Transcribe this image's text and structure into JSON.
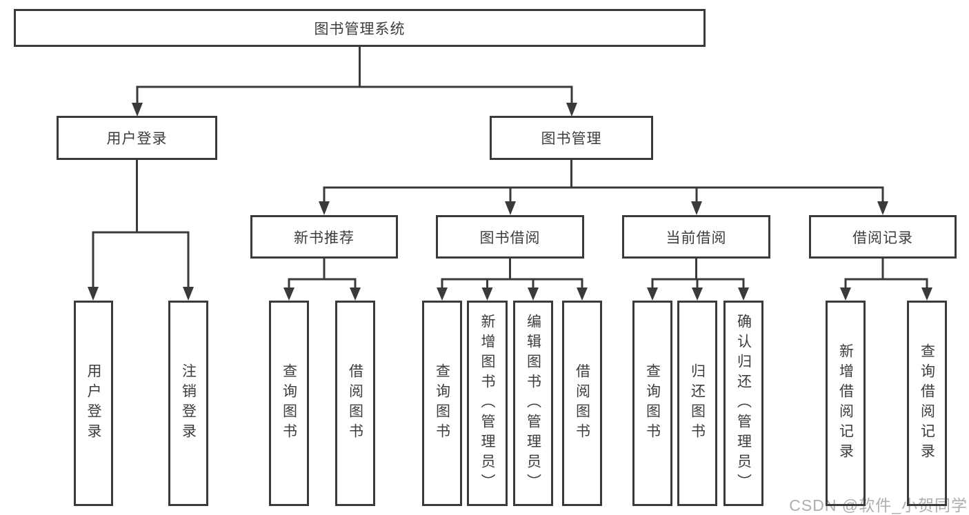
{
  "diagram": {
    "root": "图书管理系统",
    "login": {
      "label": "用户登录",
      "children": [
        "用户登录",
        "注销登录"
      ]
    },
    "management": {
      "label": "图书管理",
      "sections": [
        {
          "label": "新书推荐",
          "children": [
            "查询图书",
            "借阅图书"
          ]
        },
        {
          "label": "图书借阅",
          "children": [
            "查询图书",
            "新增图书（管理员）",
            "编辑图书（管理员）",
            "借阅图书"
          ]
        },
        {
          "label": "当前借阅",
          "children": [
            "查询图书",
            "归还图书",
            "确认归还（管理员）"
          ]
        },
        {
          "label": "借阅记录",
          "children": [
            "新增借阅记录",
            "查询借阅记录"
          ]
        }
      ]
    }
  },
  "watermark": "CSDN @软件_小贺同学",
  "colors": {
    "line": "#3a3a3a",
    "text": "#3d3d3d",
    "watermark": "#aeaeae",
    "background": "#ffffff"
  }
}
